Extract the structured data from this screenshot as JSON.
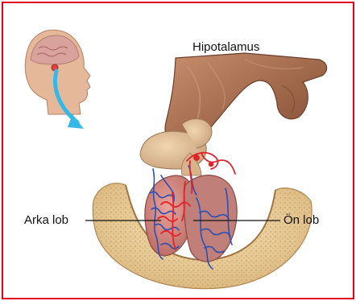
{
  "labels": {
    "hypothalamus": "Hipotalamus",
    "posterior_lobe": "Arka lob",
    "anterior_lobe": "Ön lob"
  },
  "colors": {
    "border": "#e3001b",
    "bone": "#e9cf9c",
    "tissue": "#9c6447",
    "artery": "#e0242c",
    "vein": "#2a50b6",
    "arrow": "#35b8e8"
  },
  "icons": [
    "head-profile-icon",
    "arrow-icon"
  ]
}
